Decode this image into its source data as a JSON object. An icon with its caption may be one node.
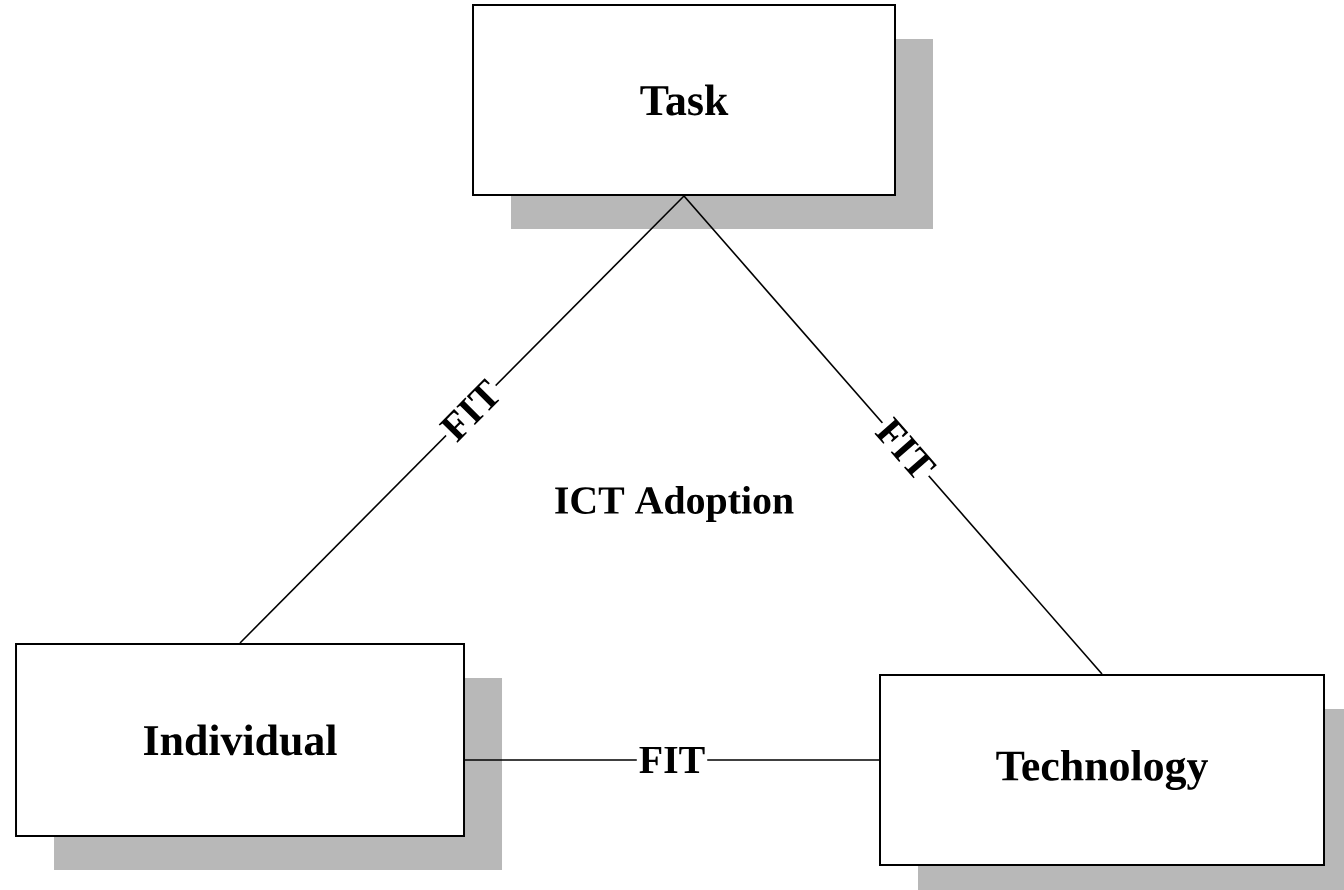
{
  "diagram": {
    "nodes": [
      {
        "text": [
          "Task"
        ]
      },
      {
        "text": [
          "Individual"
        ]
      },
      {
        "text": [
          "Technology"
        ]
      }
    ],
    "edges": [
      {
        "from": 0,
        "to": 1,
        "arrow": "none",
        "label": "FIT"
      },
      {
        "from": 0,
        "to": 2,
        "arrow": "none",
        "label": "FIT"
      },
      {
        "from": 1,
        "to": 2,
        "arrow": "none",
        "label": "FIT"
      }
    ],
    "labels": [
      "ICT Adoption"
    ]
  }
}
